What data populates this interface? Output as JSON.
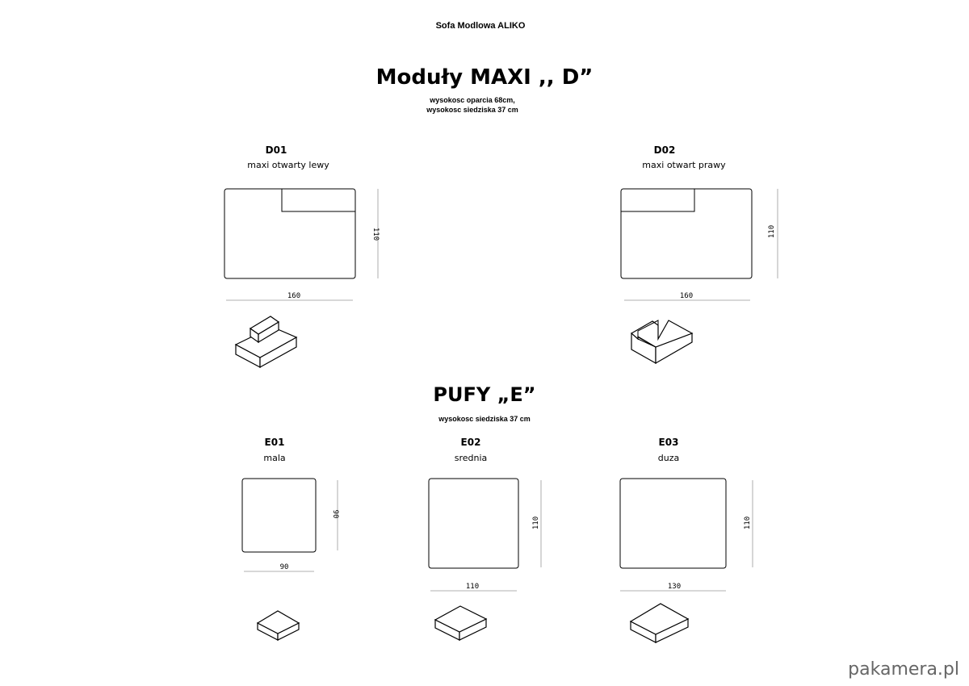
{
  "header": {
    "title": "Sofa Modlowa ALIKO"
  },
  "section_d": {
    "heading": "Moduły MAXI  ,, D”",
    "notes": [
      "wysokosc oparcia 68cm,",
      "wysokosc siedziska 37 cm"
    ],
    "modules": [
      {
        "code": "D01",
        "name": "maxi otwarty lewy",
        "width": "160",
        "depth": "110"
      },
      {
        "code": "D02",
        "name": "maxi otwart prawy",
        "width": "160",
        "depth": "110"
      }
    ]
  },
  "section_e": {
    "heading": "PUFY „E”",
    "note": "wysokosc siedziska 37 cm",
    "modules": [
      {
        "code": "E01",
        "name": "mala",
        "width": "90",
        "depth": "90"
      },
      {
        "code": "E02",
        "name": "srednia",
        "width": "110",
        "depth": "110"
      },
      {
        "code": "E03",
        "name": "duza",
        "width": "130",
        "depth": "110"
      }
    ]
  },
  "watermark": "pakamera.pl"
}
